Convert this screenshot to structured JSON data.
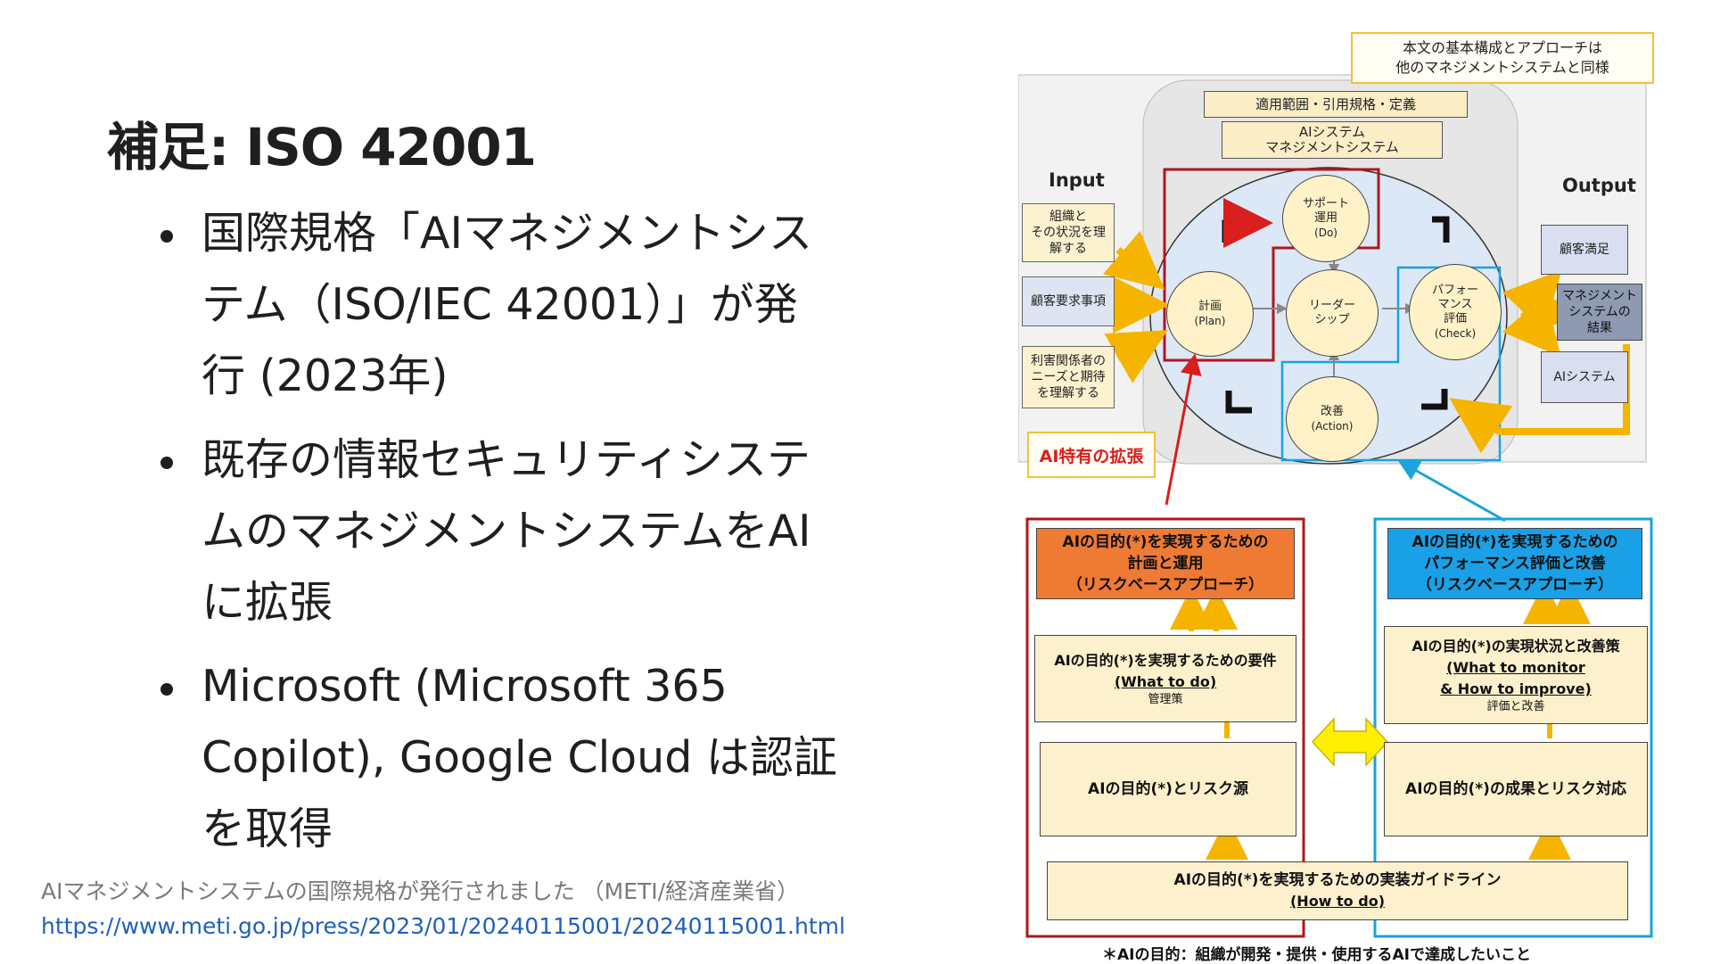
{
  "slide": {
    "title": "補足: ISO 42001",
    "bullets": [
      "国際規格「AIマネジメントシステム（ISO/IEC 42001）」が発行 (2023年)",
      "既存の情報セキュリティシステムのマネジメントシステムをAIに拡張",
      "Microsoft (Microsoft 365 Copilot), Google Cloud は認証を取得"
    ],
    "source_text": "AIマネジメントシステムの国際規格が発行されました （METI/経済産業省）",
    "source_url": "https://www.meti.go.jp/press/2023/01/20240115001/20240115001.html"
  },
  "diagram": {
    "note": [
      "本文の基本構成とアプローチは",
      "他のマネジメントシステムと同様"
    ],
    "scope_label": "適用範囲・引用規格・定義",
    "system_label": [
      "AIシステム",
      "マネジメントシステム"
    ],
    "input_title": "Input",
    "output_title": "Output",
    "inputs": [
      [
        "組織と",
        "その状況を理",
        "解する"
      ],
      [
        "顧客要求事項"
      ],
      [
        "利害関係者の",
        "ニーズと期待",
        "を理解する"
      ]
    ],
    "outputs": [
      [
        "顧客満足"
      ],
      [
        "マネジメント",
        "システムの",
        "結果"
      ],
      [
        "AIシステム"
      ]
    ],
    "circles": {
      "support": {
        "label": [
          "サポート",
          "運用"
        ],
        "sub": "(Do)"
      },
      "plan": {
        "label": [
          "計画"
        ],
        "sub": "(Plan)"
      },
      "leadership": {
        "label": [
          "リーダー",
          "シップ"
        ],
        "sub": ""
      },
      "performance": {
        "label": [
          "パフォー",
          "マンス",
          "評価"
        ],
        "sub": "(Check)"
      },
      "improve": {
        "label": [
          "改善"
        ],
        "sub": "(Action)"
      }
    },
    "extension_label": "AI特有の拡張",
    "left_panel": {
      "top": [
        "AIの目的(*)を実現するための",
        "計画と運用",
        "（リスクベースアプローチ）"
      ],
      "mid_title": "AIの目的(*)を実現するための要件",
      "mid_underline": "(What to do)",
      "mid_small": "管理策",
      "bottom": "AIの目的(*)とリスク源"
    },
    "right_panel": {
      "top": [
        "AIの目的(*)を実現するための",
        "パフォーマンス評価と改善",
        "（リスクベースアプローチ）"
      ],
      "mid_title": "AIの目的(*)の実現状況と改善策",
      "mid_underline1": "(What to monitor",
      "mid_underline2": "& How to improve)",
      "mid_small": "評価と改善",
      "bottom": "AIの目的(*)の成果とリスク対応"
    },
    "guideline": {
      "title": "AIの目的(*)を実現するための実装ガイドライン",
      "underline": "(How to do)"
    },
    "footnote": "＊AIの目的：組織が開発・提供・使用するAIで達成したいこと",
    "colors": {
      "red_frame": "#b0161d",
      "blue_frame": "#1aa3dc",
      "orange_fill": "#ee7a33",
      "blue_fill": "#1aa0e6",
      "arrow_yellow": "#f5b400"
    }
  }
}
